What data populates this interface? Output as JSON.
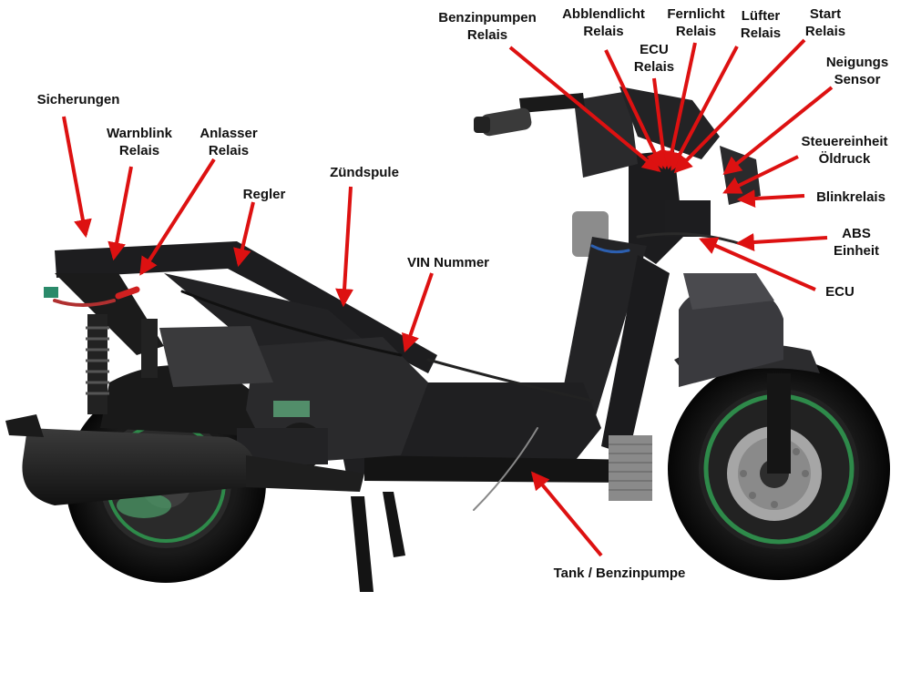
{
  "colors": {
    "arrow": "#dd1111",
    "frame": "#1c1c1e",
    "tire": "#111111",
    "body_panel": "#3a3a3e",
    "wheel_accent": "#2e8a4a",
    "disc": "#a6a6a6",
    "background": "#ffffff"
  },
  "labels": {
    "benzinpumpen_relais": [
      "Benzinpumpen",
      "Relais"
    ],
    "abblendlicht_relais": [
      "Abblendlicht",
      "Relais"
    ],
    "ecu_relais": [
      "ECU",
      "Relais"
    ],
    "fernlicht_relais": [
      "Fernlicht",
      "Relais"
    ],
    "luefter_relais": [
      "Lüfter",
      "Relais"
    ],
    "start_relais": [
      "Start",
      "Relais"
    ],
    "neigungs_sensor": [
      "Neigungs",
      "Sensor"
    ],
    "steuereinheit_oeldruck": [
      "Steuereinheit",
      "Öldruck"
    ],
    "blinkrelais": [
      "Blinkrelais"
    ],
    "abs_einheit": [
      "ABS",
      "Einheit"
    ],
    "ecu": [
      "ECU"
    ],
    "sicherungen": [
      "Sicherungen"
    ],
    "warnblink_relais": [
      "Warnblink",
      "Relais"
    ],
    "anlasser_relais": [
      "Anlasser",
      "Relais"
    ],
    "regler": [
      "Regler"
    ],
    "zuendspule": [
      "Zündspule"
    ],
    "vin_nummer": [
      "VIN Nummer"
    ],
    "tank_benzinpumpe": [
      "Tank / Benzinpumpe"
    ]
  }
}
